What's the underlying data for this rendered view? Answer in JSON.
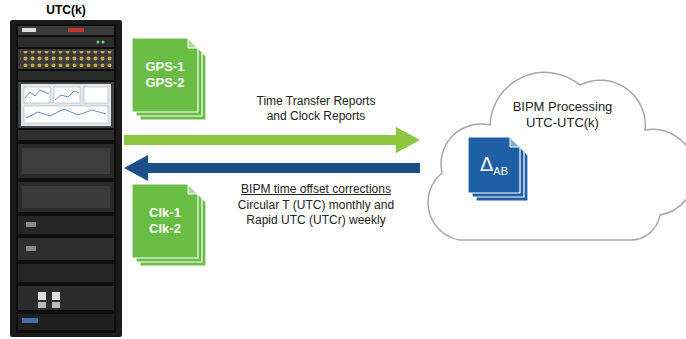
{
  "diagram": {
    "nodes": [
      {
        "text": [
          "UTC(k)"
        ]
      },
      {
        "text": [
          "GPS-1 GPS-2"
        ]
      },
      {
        "text": [
          "Clk-1 Clk-2"
        ]
      },
      {
        "text": [
          "BIPM Processing UTC-UTC(k)"
        ]
      },
      {
        "text": [
          "Δ",
          "AB"
        ],
        "in": 3
      }
    ],
    "edges": [
      {
        "from": 0,
        "to": 3,
        "arrow": "to",
        "label": "Time Transfer Reports and Clock Reports"
      },
      {
        "from": 3,
        "to": 0,
        "arrow": "to",
        "label": "BIPM time offset corrections"
      }
    ],
    "labels": [
      "Circular T (UTC) monthly and Rapid UTC (UTCr) weekly"
    ]
  }
}
